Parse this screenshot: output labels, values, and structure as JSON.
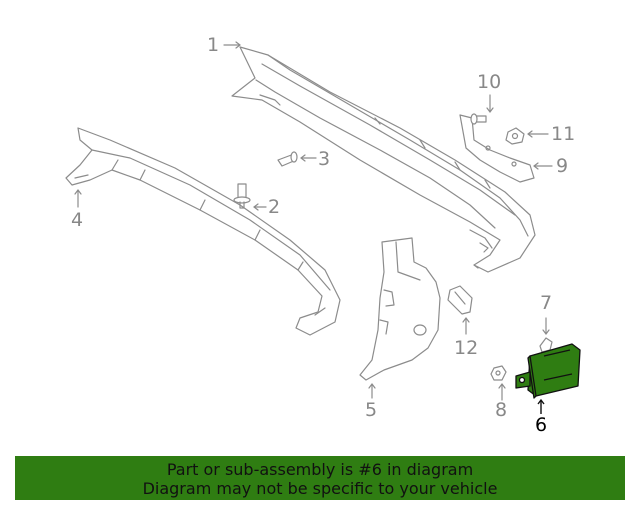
{
  "callouts": [
    "1",
    "2",
    "3",
    "4",
    "5",
    "6",
    "7",
    "8",
    "9",
    "10",
    "11",
    "12"
  ],
  "highlighted_part": "6",
  "colors": {
    "line": "#8c8c8c",
    "highlight_fill": "#2f7d12",
    "highlight_stroke": "#111111",
    "banner_bg": "#2f7d12",
    "banner_text": "#111111"
  },
  "banner": {
    "line1": "Part or sub-assembly is #6 in diagram",
    "line2": "Diagram may not be specific to your vehicle"
  }
}
